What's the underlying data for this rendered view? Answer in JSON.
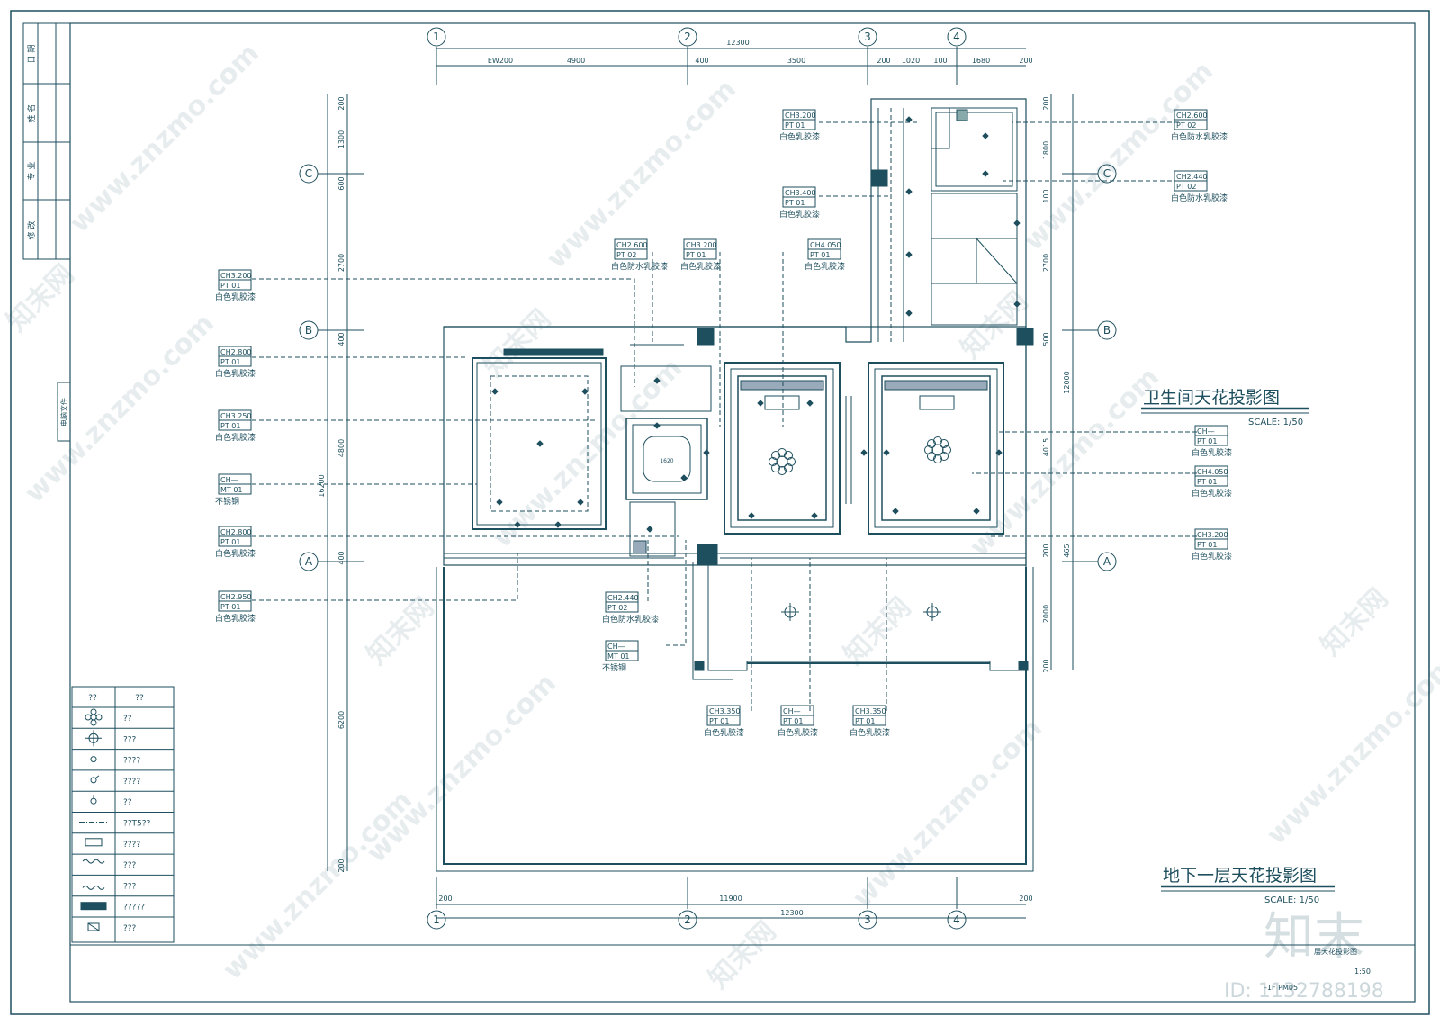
{
  "title_block": {
    "rows": [
      "日 期",
      "姓 名",
      "专 业",
      "修 改"
    ],
    "file_label": "电脑文件"
  },
  "dims": {
    "top_total": "12300",
    "top_segments": [
      "EW200",
      "4900",
      "400",
      "3500",
      "200",
      "1020",
      "100",
      "1680",
      "200"
    ],
    "bottom_total": "12300",
    "bottom_segments": [
      "200",
      "11900",
      "200"
    ],
    "left_segments": [
      "200",
      "1300",
      "600",
      "2700",
      "400",
      "4800",
      "400",
      "6200",
      "200"
    ],
    "left_total": "16200",
    "right_segments": [
      "200",
      "1800",
      "100",
      "2700",
      "500",
      "4015",
      "200",
      "465",
      "2000",
      "200"
    ],
    "right_total": "12000",
    "inner_dim": "1620"
  },
  "grid": {
    "columns": [
      "1",
      "2",
      "3",
      "4"
    ],
    "rows": [
      "C",
      "B",
      "A"
    ]
  },
  "tags": [
    {
      "ch": "CH3.200",
      "code": "PT 01",
      "desc": "白色乳胶漆"
    },
    {
      "ch": "CH2.800",
      "code": "PT 01",
      "desc": "白色乳胶漆"
    },
    {
      "ch": "CH3.250",
      "code": "PT 01",
      "desc": "白色乳胶漆"
    },
    {
      "ch": "CH—",
      "code": "MT 01",
      "desc": "不锈钢"
    },
    {
      "ch": "CH2.800",
      "code": "PT 01",
      "desc": "白色乳胶漆"
    },
    {
      "ch": "CH2.950",
      "code": "PT 01",
      "desc": "白色乳胶漆"
    },
    {
      "ch": "CH2.600",
      "code": "PT 02",
      "desc": "白色防水乳胶漆"
    },
    {
      "ch": "CH3.200",
      "code": "PT 01",
      "desc": "白色乳胶漆"
    },
    {
      "ch": "CH4.050",
      "code": "PT 01",
      "desc": "白色乳胶漆"
    },
    {
      "ch": "CH3.200",
      "code": "PT 01",
      "desc": "白色乳胶漆"
    },
    {
      "ch": "CH3.400",
      "code": "PT 01",
      "desc": "白色乳胶漆"
    },
    {
      "ch": "CH2.600",
      "code": "PT 02",
      "desc": "白色防水乳胶漆"
    },
    {
      "ch": "CH2.440",
      "code": "PT 02",
      "desc": "白色防水乳胶漆"
    },
    {
      "ch": "CH—",
      "code": "PT 01",
      "desc": "白色乳胶漆"
    },
    {
      "ch": "CH4.050",
      "code": "PT 01",
      "desc": "白色乳胶漆"
    },
    {
      "ch": "CH3.200",
      "code": "PT 01",
      "desc": "白色乳胶漆"
    },
    {
      "ch": "CH2.440",
      "code": "PT 02",
      "desc": "白色防水乳胶漆"
    },
    {
      "ch": "CH—",
      "code": "MT 01",
      "desc": "不锈钢"
    },
    {
      "ch": "CH3.350",
      "code": "PT 01",
      "desc": "白色乳胶漆"
    },
    {
      "ch": "CH—",
      "code": "PT 01",
      "desc": "白色乳胶漆"
    },
    {
      "ch": "CH3.350",
      "code": "PT 01",
      "desc": "白色乳胶漆"
    }
  ],
  "titles": {
    "bath_title": "卫生间天花投影图",
    "bath_scale": "SCALE: 1/50",
    "main_title": "地下一层天花投影图",
    "main_scale": "SCALE: 1/50"
  },
  "legend": {
    "header": [
      "??",
      "??"
    ],
    "rows": [
      "??",
      "???",
      "????",
      "????",
      "??",
      "??T5??",
      "????",
      "???",
      "???",
      "?????",
      "???"
    ],
    "icons": [
      "chandelier-icon",
      "downlight-icon",
      "small-light-icon",
      "spotlight-icon",
      "pendant-icon",
      "t5-strip-icon",
      "exhaust-icon",
      "supply-vent-icon",
      "return-vent-icon",
      "linear-vent-icon",
      "access-panel-icon"
    ]
  },
  "footer": {
    "sheet_name": "层天花投影图",
    "scale": "1:50",
    "sheet_no": "-1F PM05"
  },
  "watermark": {
    "site": "www.znzmo.com",
    "brand": "知末网",
    "logo": "知末",
    "id": "ID: 1132788198"
  }
}
